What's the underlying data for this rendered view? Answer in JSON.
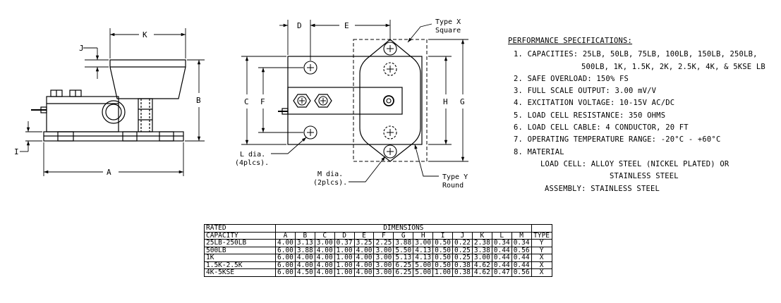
{
  "labels": {
    "k": "K",
    "j": "J",
    "b": "B",
    "i": "I",
    "a": "A",
    "d": "D",
    "e": "E",
    "c": "C",
    "f": "F",
    "h": "H",
    "g": "G",
    "type_x_1": "Type X",
    "type_x_2": "Square",
    "l_dia_1": "L dia.",
    "l_dia_2": "(4plcs).",
    "m_dia_1": "M dia.",
    "m_dia_2": "(2plcs).",
    "type_y_1": "Type Y",
    "type_y_2": "Round"
  },
  "specs": {
    "title": "PERFORMANCE SPECIFICATIONS:",
    "items": [
      "1. CAPACITIES: 25LB, 50LB, 75LB, 100LB, 150LB, 250LB,",
      "500LB, 1K, 1.5K, 2K, 2.5K, 4K, & 5KSE LB",
      "2. SAFE OVERLOAD: 150% FS",
      "3. FULL SCALE OUTPUT:  3.00 mV/V",
      "4. EXCITATION VOLTAGE: 10-15V AC/DC",
      "5. LOAD CELL RESISTANCE: 350 OHMS",
      "6. LOAD CELL CABLE: 4 CONDUCTOR, 20 FT",
      "7. OPERATING TEMPERATURE RANGE: -20°C - +60°C",
      "8. MATERIAL",
      "LOAD CELL: ALLOY STEEL (NICKEL PLATED) OR",
      "STAINLESS STEEL",
      "ASSEMBLY: STAINLESS STEEL"
    ]
  },
  "table": {
    "rated_1": "RATED",
    "rated_2": "CAPACITY",
    "dimensions": "DIMENSIONS",
    "type": "TYPE",
    "columns": [
      "A",
      "B",
      "C",
      "D",
      "E",
      "F",
      "G",
      "H",
      "I",
      "J",
      "K",
      "L",
      "M"
    ],
    "rows": [
      {
        "capacity": "25LB-250LB",
        "values": [
          "4.00",
          "3.13",
          "3.00",
          "0.37",
          "3.25",
          "2.25",
          "3.88",
          "3.00",
          "0.50",
          "0.22",
          "2.38",
          "0.34",
          "0.34"
        ],
        "type": "Y"
      },
      {
        "capacity": "500LB",
        "values": [
          "6.00",
          "3.88",
          "4.00",
          "1.00",
          "4.00",
          "3.00",
          "5.50",
          "4.13",
          "0.50",
          "0.25",
          "3.38",
          "0.44",
          "0.56"
        ],
        "type": "Y"
      },
      {
        "capacity": "1K",
        "values": [
          "6.00",
          "4.00",
          "4.00",
          "1.00",
          "4.00",
          "3.00",
          "5.13",
          "4.13",
          "0.50",
          "0.25",
          "3.00",
          "0.44",
          "0.44"
        ],
        "type": "X"
      },
      {
        "capacity": "1.5K-2.5K",
        "values": [
          "6.00",
          "4.00",
          "4.00",
          "1.00",
          "4.00",
          "3.00",
          "6.25",
          "5.00",
          "0.50",
          "0.38",
          "4.62",
          "0.44",
          "0.44"
        ],
        "type": "X"
      },
      {
        "capacity": "4K-5KSE",
        "values": [
          "6.00",
          "4.50",
          "4.00",
          "1.00",
          "4.00",
          "3.00",
          "6.25",
          "5.00",
          "1.00",
          "0.38",
          "4.62",
          "0.47",
          "0.56"
        ],
        "type": "X"
      }
    ]
  }
}
